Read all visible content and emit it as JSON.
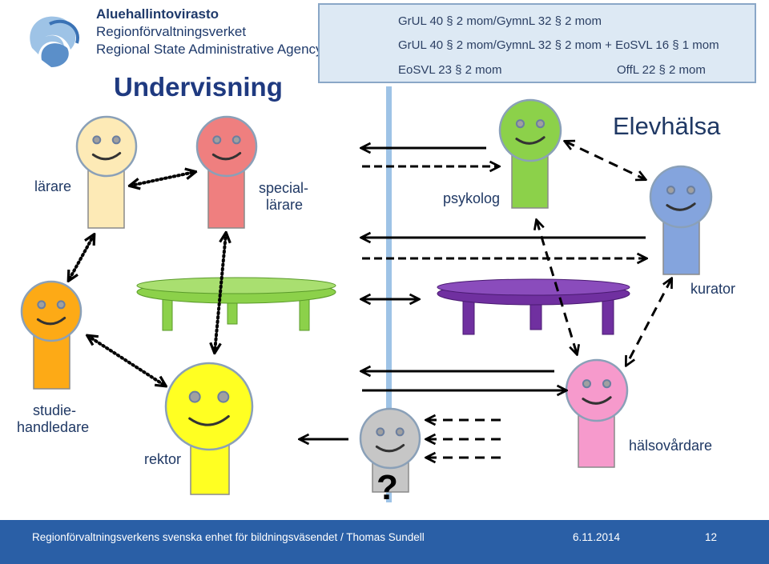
{
  "agency": {
    "name_fi": "Aluehallintovirasto",
    "name_sv": "Regionförvaltningsverket",
    "name_en": "Regional State Administrative Agency"
  },
  "titles": {
    "undervisning": "Undervisning",
    "elevhalsa": "Elevhälsa"
  },
  "legend": [
    {
      "style": "solid",
      "text": "GrUL 40 § 2 mom/GymnL 32 § 2 mom"
    },
    {
      "style": "dashed",
      "text": "GrUL 40 § 2 mom/GymnL 32 § 2 mom + EoSVL 16 § 1 mom"
    },
    {
      "style": "dashed",
      "text": "EoSVL 23 § 2 mom"
    },
    {
      "style": "dotted",
      "text": "OffL 22 § 2 mom"
    }
  ],
  "persons": {
    "larare": "lärare",
    "speciallarare_1": "special-",
    "speciallarare_2": "lärare",
    "psykolog": "psykolog",
    "kurator": "kurator",
    "studiehandledare_1": "studie-",
    "studiehandledare_2": "handledare",
    "rektor": "rektor",
    "halsovardare": "hälsovårdare",
    "unknown": "?"
  },
  "colors": {
    "larare": "#fdeab6",
    "speciallarare": "#ef7f7f",
    "psykolog": "#8cd14a",
    "kurator": "#84a4dd",
    "studiehandledare": "#fdaa16",
    "rektor": "#ffff22",
    "halsovardare": "#f69acc",
    "unknown": "#c6c6c6",
    "table_green": "#8cd14a",
    "table_purple": "#7030a0",
    "footer": "#2a5fa6",
    "text": "#1f3864"
  },
  "footer": {
    "org": "Regionförvaltningsverkens svenska enhet för bildningsväsendet / Thomas Sundell",
    "date": "6.11.2014",
    "page": "12"
  }
}
